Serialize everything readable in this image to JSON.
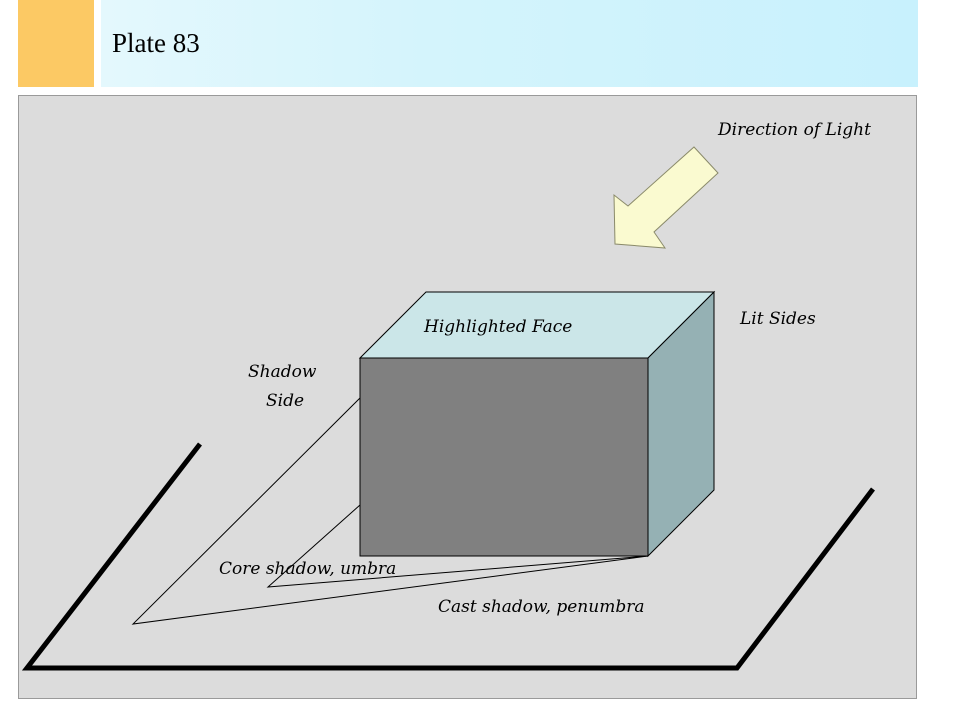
{
  "slide": {
    "title": "Plate 83",
    "accent_color": "#fcc964",
    "header_color": "#cdf2fc",
    "panel_color": "#dcdcdc"
  },
  "diagram": {
    "labels": {
      "direction_of_light": "Direction of Light",
      "highlighted_face": "Highlighted Face",
      "lit_sides": "Lit Sides",
      "shadow_side_line1": "Shadow",
      "shadow_side_line2": "Side",
      "core_shadow": "Core shadow, umbra",
      "cast_shadow": "Cast shadow, penumbra"
    },
    "colors": {
      "box_front": "#808080",
      "box_top": "#cbe6e8",
      "box_side": "#95b1b4",
      "arrow_fill": "#fafad0",
      "arrow_stroke": "#8a8a6a"
    }
  }
}
